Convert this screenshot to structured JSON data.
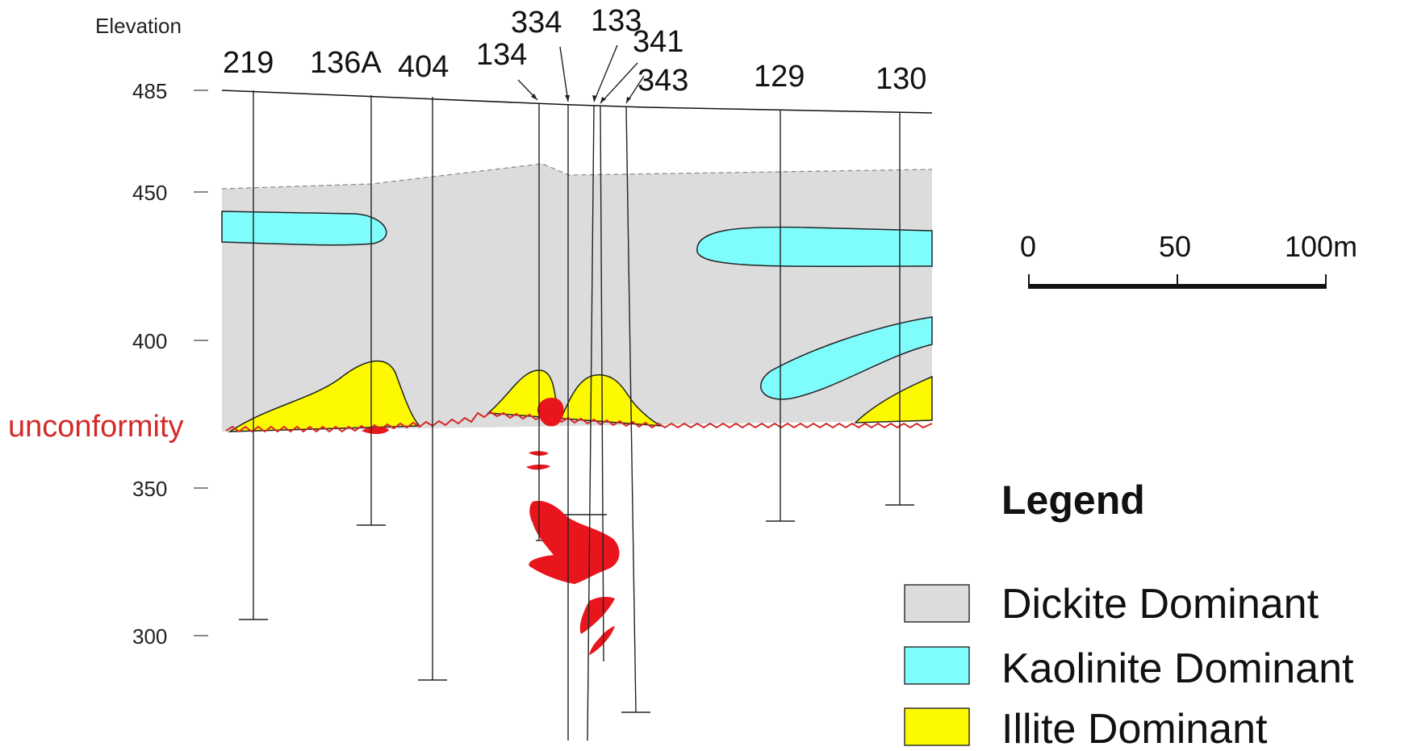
{
  "diagram": {
    "elevation_axis": {
      "title": "Elevation",
      "ticks": [
        "485",
        "450",
        "400",
        "350",
        "300"
      ]
    },
    "unconformity_label": "unconformity",
    "drill_holes": [
      {
        "label": "219"
      },
      {
        "label": "136A"
      },
      {
        "label": "404"
      },
      {
        "label": "134"
      },
      {
        "label": "334"
      },
      {
        "label": "133"
      },
      {
        "label": "341"
      },
      {
        "label": "343"
      },
      {
        "label": "129"
      },
      {
        "label": "130"
      }
    ],
    "scale_bar": {
      "labels": [
        "0",
        "50",
        "100m"
      ]
    },
    "legend": {
      "title": "Legend",
      "items": [
        {
          "label": "Dickite Dominant",
          "color": "#dcdcdc"
        },
        {
          "label": "Kaolinite Dominant",
          "color": "#7ffcfc"
        },
        {
          "label": "Illite Dominant",
          "color": "#fdfa00"
        }
      ]
    },
    "colors": {
      "dickite": "#dcdcdc",
      "kaolinite": "#7ffcfc",
      "illite": "#fdfa00",
      "mineralization": "#e8161c",
      "unconformity": "#d42a2a"
    }
  }
}
